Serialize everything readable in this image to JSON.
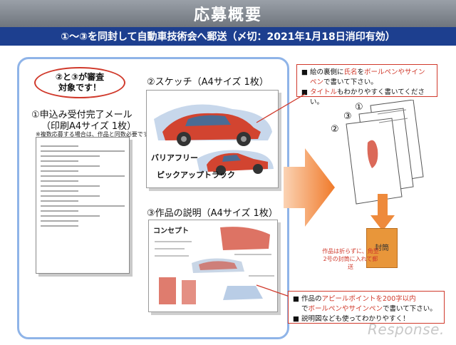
{
  "header": {
    "title": "応募概要",
    "subtitle": "①～③を同封して自動車技術会へ郵送（〆切：2021年1月18日消印有効）"
  },
  "callout": {
    "line1": "②と③が審査",
    "line2": "対象です！"
  },
  "item1": {
    "label": "①申込み受付完了メール",
    "label2": "（印刷A4サイズ 1枚）",
    "note": "※複数応募する場合は、作品と同数必要です。"
  },
  "item2": {
    "label": "②スケッチ（A4サイズ 1枚）",
    "sketch_text1": "バリアフリー",
    "sketch_text2": "ピックアップトラック"
  },
  "item3": {
    "label": "③作品の説明（A4サイズ 1枚）",
    "heading": "コンセプト"
  },
  "info_top": {
    "line1_pre": "絵の裏側に",
    "line1_red1": "氏名",
    "line1_mid": "を",
    "line1_red2": "ボールペンやサイン",
    "line1b_red": "ペン",
    "line1b_post": "で書いて下さい。",
    "line2_red": "タイトル",
    "line2_post": "もわかりやすく書いてください。"
  },
  "info_bottom": {
    "line1_pre": "作品の",
    "line1_red": "アピールポイントを200字以内",
    "line1b_pre": "で",
    "line1b_red": "ボールペンやサインペン",
    "line1b_post": "で書いて下さい。",
    "line2": "説明図なども使ってわかりやすく！"
  },
  "stack": {
    "num1": "①",
    "num2": "②",
    "num3": "③",
    "envelope_label": "封筒",
    "envelope_note": "作品は折らずに、角型2号の封筒に入れて郵送"
  },
  "logo": "Response.",
  "colors": {
    "accent_red": "#d0392b",
    "header_blue": "#1d3f8f",
    "panel_border": "#8fb4e8",
    "arrow_orange": "#f08a3c"
  }
}
